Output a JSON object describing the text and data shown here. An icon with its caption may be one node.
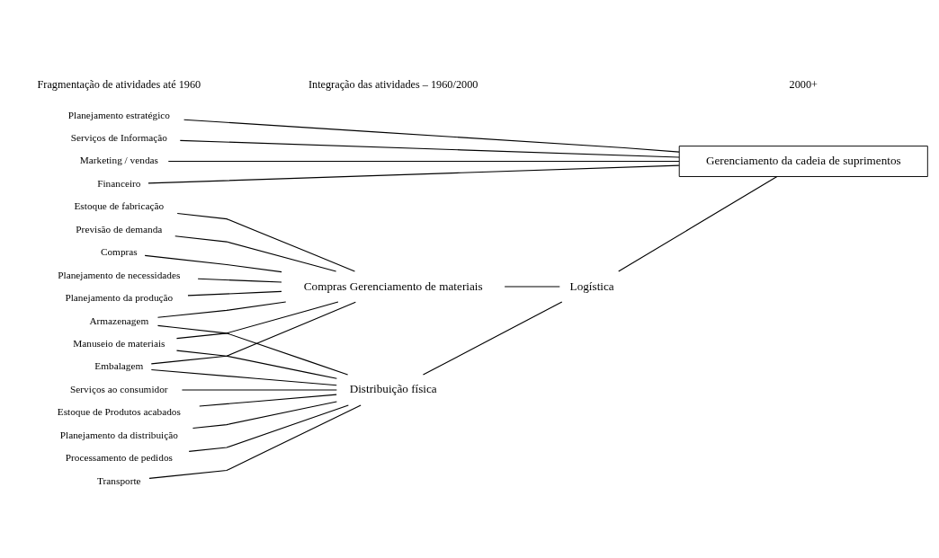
{
  "diagram": {
    "nodes": [
      {
        "text": [
          "Previsão de demanda"
        ]
      },
      {
        "text": [
          "Compras"
        ]
      },
      {
        "text": [
          "Planejamento de necessidades"
        ]
      },
      {
        "text": [
          "Planejamento da produção"
        ]
      },
      {
        "text": [
          "Estoque de fabricação"
        ]
      },
      {
        "text": [
          "Armazenagem"
        ]
      },
      {
        "text": [
          "Manuseio de materiais"
        ]
      },
      {
        "text": [
          "Embalagem"
        ]
      },
      {
        "text": [
          "Estoque de Produtos acabados"
        ]
      },
      {
        "text": [
          "Planejamento da distribuição"
        ]
      },
      {
        "text": [
          "Processamento de pedidos"
        ]
      },
      {
        "text": [
          "Transporte"
        ]
      },
      {
        "text": [
          "Serviços ao consumidor"
        ]
      },
      {
        "text": [
          "Planejamento estratégico"
        ]
      },
      {
        "text": [
          "Serviços de Informação"
        ]
      },
      {
        "text": [
          "Marketing / vendas"
        ]
      },
      {
        "text": [
          "Financeiro"
        ]
      },
      {
        "text": [
          "Compras Gerenciamento de materiais"
        ]
      },
      {
        "text": [
          "Distribuição física"
        ]
      },
      {
        "text": [
          "Logística"
        ]
      },
      {
        "text": [
          "Gerenciamento da cadeia de suprimentos"
        ]
      }
    ],
    "edges": [
      {
        "from": 0,
        "to": 17,
        "arrow": "none"
      },
      {
        "from": 1,
        "to": 17,
        "arrow": "none"
      },
      {
        "from": 2,
        "to": 17,
        "arrow": "none"
      },
      {
        "from": 3,
        "to": 17,
        "arrow": "none"
      },
      {
        "from": 4,
        "to": 17,
        "arrow": "none"
      },
      {
        "from": 5,
        "to": 17,
        "arrow": "none"
      },
      {
        "from": 6,
        "to": 17,
        "arrow": "none"
      },
      {
        "from": 7,
        "to": 17,
        "arrow": "none"
      },
      {
        "from": 5,
        "to": 18,
        "arrow": "none"
      },
      {
        "from": 6,
        "to": 18,
        "arrow": "none"
      },
      {
        "from": 7,
        "to": 18,
        "arrow": "none"
      },
      {
        "from": 8,
        "to": 18,
        "arrow": "none"
      },
      {
        "from": 9,
        "to": 18,
        "arrow": "none"
      },
      {
        "from": 10,
        "to": 18,
        "arrow": "none"
      },
      {
        "from": 11,
        "to": 18,
        "arrow": "none"
      },
      {
        "from": 12,
        "to": 18,
        "arrow": "none"
      },
      {
        "from": 17,
        "to": 19,
        "arrow": "none"
      },
      {
        "from": 18,
        "to": 19,
        "arrow": "none"
      },
      {
        "from": 19,
        "to": 20,
        "arrow": "none"
      },
      {
        "from": 13,
        "to": 20,
        "arrow": "none"
      },
      {
        "from": 14,
        "to": 20,
        "arrow": "none"
      },
      {
        "from": 15,
        "to": 20,
        "arrow": "none"
      },
      {
        "from": 16,
        "to": 20,
        "arrow": "none"
      }
    ],
    "labels": [
      "Fragmentação de atividades até 1960",
      "Integração das atividades – 1960/2000",
      "2000+"
    ]
  }
}
